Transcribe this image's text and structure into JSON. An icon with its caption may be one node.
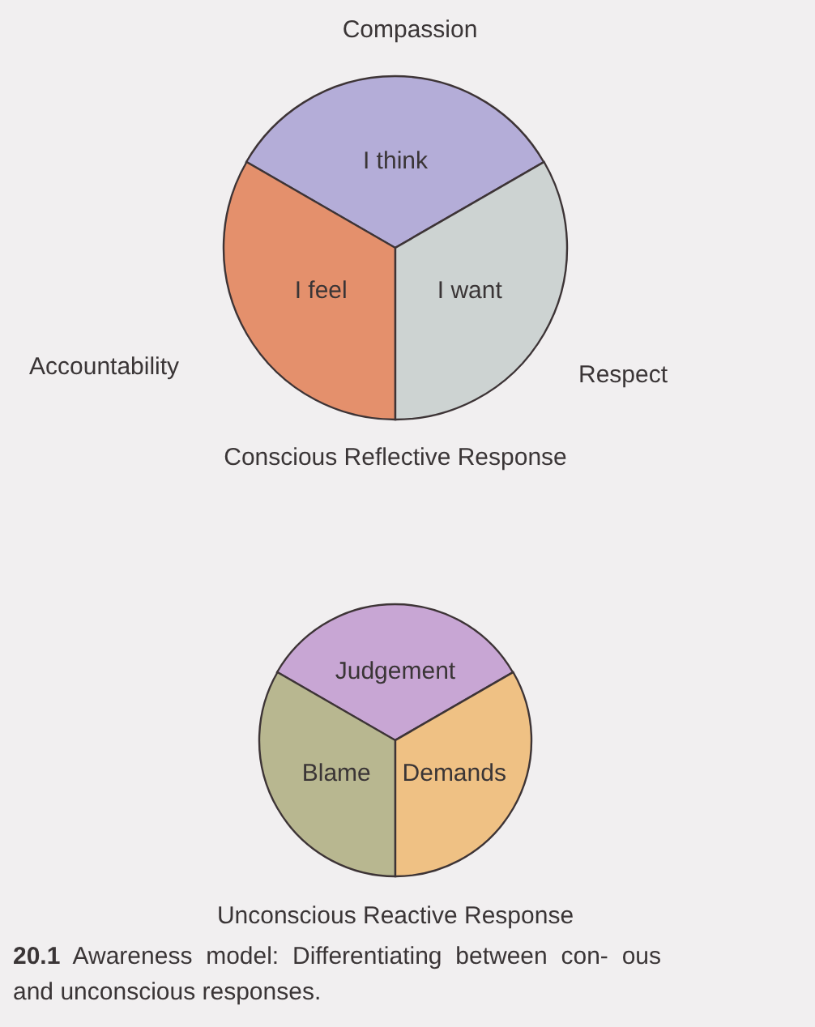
{
  "diagram": {
    "caption": "**20.1** Awareness model: Differentiating between con- ous and unconscious responses.",
    "nodes": [
      {
        "text": [],
        "shape": "circle",
        "beside": [
          "Conscious Reflective Response"
        ]
      },
      {
        "text": [
          "I think"
        ],
        "in": 0
      },
      {
        "text": [
          "I feel"
        ],
        "in": 0
      },
      {
        "text": [
          "I want"
        ],
        "in": 0
      },
      {
        "text": [],
        "shape": "circle",
        "beside": [
          "Unconscious Reactive Response"
        ]
      },
      {
        "text": [
          "Judgement"
        ],
        "in": 4
      },
      {
        "text": [
          "Blame"
        ],
        "in": 4
      },
      {
        "text": [
          "Demands"
        ],
        "in": 4
      }
    ],
    "edges": [],
    "labels": [
      "Compassion",
      "Accountability",
      "Respect"
    ]
  }
}
